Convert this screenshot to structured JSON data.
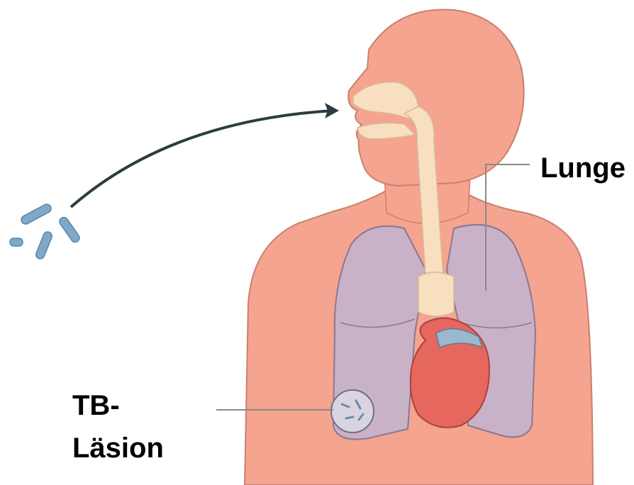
{
  "labels": {
    "lunge": "Lunge",
    "tb_line1": "TB-",
    "tb_line2": "Läsion"
  },
  "colors": {
    "skin": "#f4a48f",
    "skin_shadow": "#e8927d",
    "lung": "#c9b2c7",
    "airway": "#f7dfc0",
    "heart": "#e6675e",
    "bacteria": "#7fa9c8",
    "arrow": "#2a3d3f",
    "leader_line": "#8a8a8a"
  }
}
